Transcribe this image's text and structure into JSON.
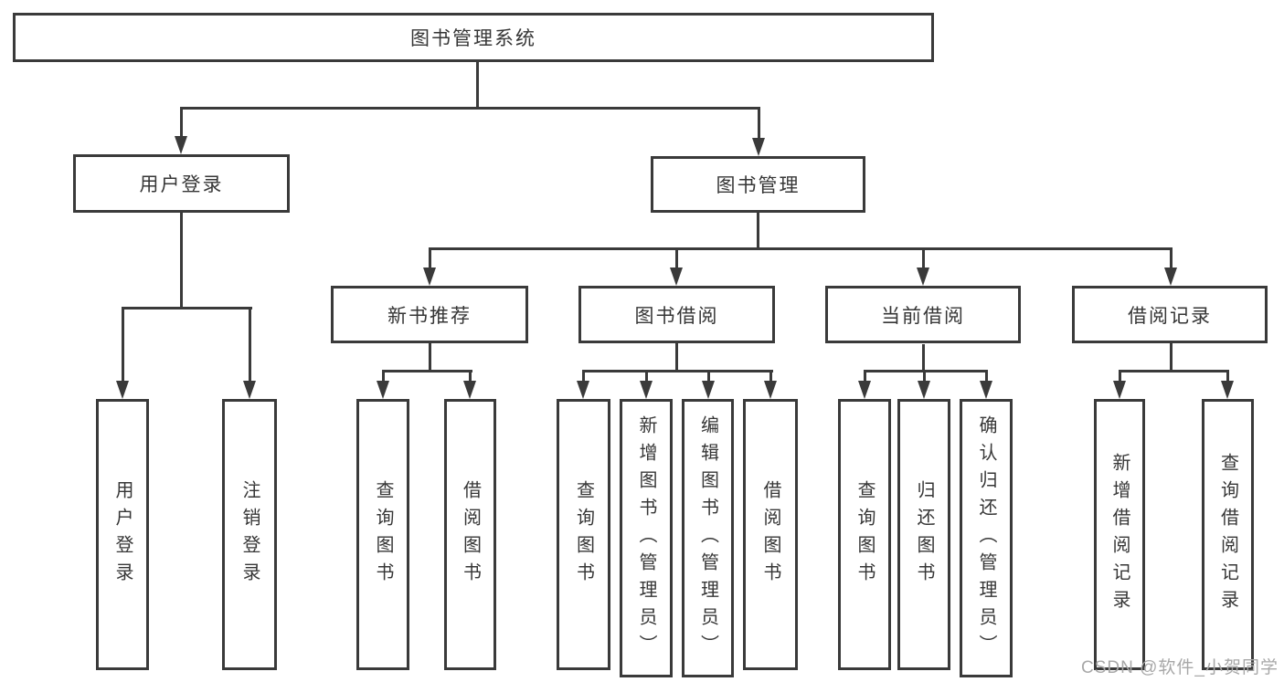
{
  "tree": {
    "root": "图书管理系统",
    "branches": [
      {
        "label": "用户登录",
        "leaves": [
          "用户登录",
          "注销登录"
        ]
      },
      {
        "label": "图书管理",
        "groups": [
          {
            "label": "新书推荐",
            "leaves": [
              "查询图书",
              "借阅图书"
            ]
          },
          {
            "label": "图书借阅",
            "leaves": [
              "查询图书",
              "新增图书（管理员）",
              "编辑图书（管理员）",
              "借阅图书"
            ]
          },
          {
            "label": "当前借阅",
            "leaves": [
              "查询图书",
              "归还图书",
              "确认归还（管理员）"
            ]
          },
          {
            "label": "借阅记录",
            "leaves": [
              "新增借阅记录",
              "查询借阅记录"
            ]
          }
        ]
      }
    ]
  },
  "watermark": {
    "text": "CSDN @软件_小贺同学"
  },
  "colors": {
    "line": "#3a3a3a",
    "text": "#363636",
    "watermark": "#a8a8a8",
    "background": "#ffffff"
  }
}
